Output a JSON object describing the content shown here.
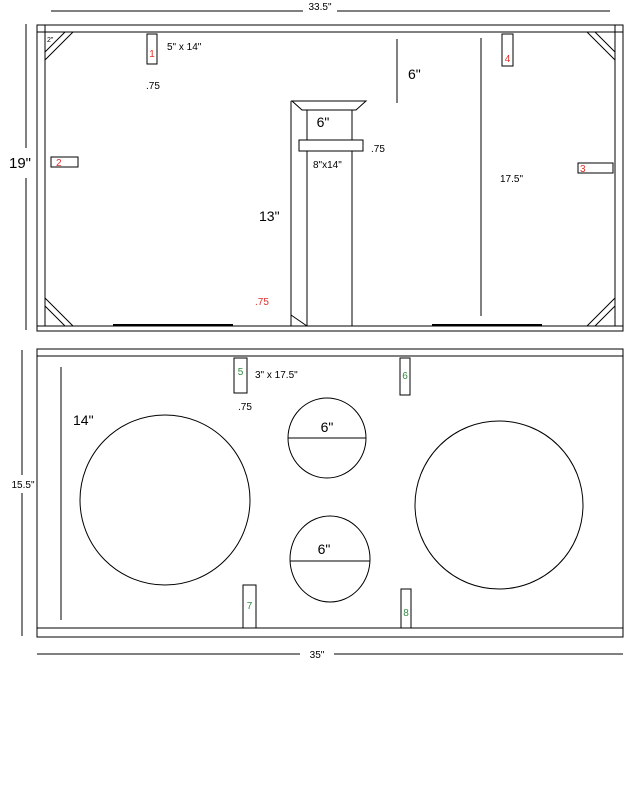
{
  "colors": {
    "line": "#000000",
    "red_label": "#e0302a",
    "green_label": "#2e8b3e"
  },
  "top_view": {
    "width_dim": "33.5\"",
    "height_dim": "19\"",
    "corner_mark": "2\"",
    "brace_size": "5\" x 14\"",
    "brace_thickness": ".75",
    "port_top": "6\"",
    "port_neck": "6\"",
    "port_plate_size": "8\"x14\"",
    "port_plate_thickness": ".75",
    "port_height": "13\"",
    "port_bottom_thickness": ".75",
    "side_height": "17.5\"",
    "parts": [
      "1",
      "2",
      "3",
      "4"
    ]
  },
  "bottom_view": {
    "width_dim": "35\"",
    "height_dim": "15.5\"",
    "brace_size": "3\" x 17.5\"",
    "brace_thickness": ".75",
    "woofer_depth": "14\"",
    "port_upper": "6\"",
    "port_lower": "6\"",
    "parts": [
      "5",
      "6",
      "7",
      "8"
    ]
  }
}
